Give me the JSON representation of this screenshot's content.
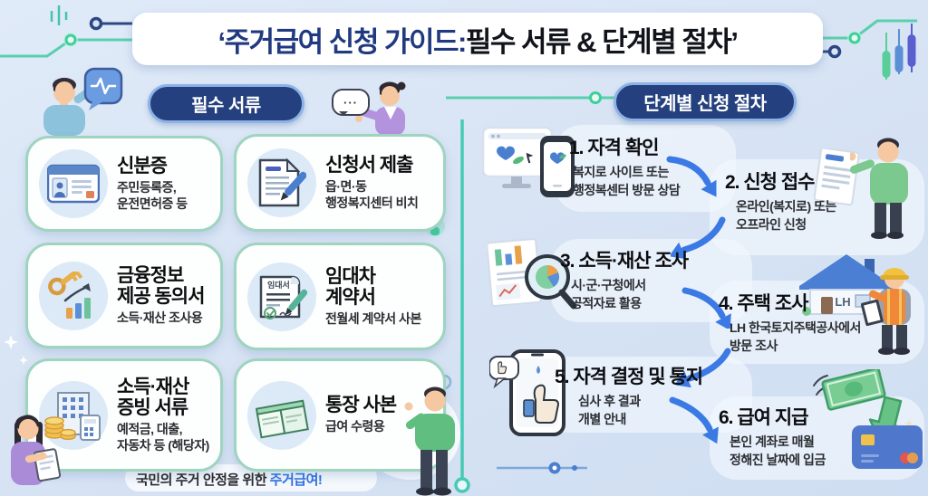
{
  "title": {
    "part1": "‘주거급여 신청 가이드:",
    "part2": " 필수 서류 & 단계별 절차’"
  },
  "left": {
    "header": "필수 서류",
    "cards": [
      {
        "icon": "id-card-icon",
        "title": "신분증",
        "subtitle": "주민등록증,\n운전면허증 등"
      },
      {
        "icon": "application-form-pen-icon",
        "title": "신청서 제출",
        "subtitle": "읍·면·동\n행정복지센터 비치"
      },
      {
        "icon": "key-bar-chart-icon",
        "title": "금융정보\n제공 동의서",
        "subtitle": "소득·재산 조사용"
      },
      {
        "icon": "lease-contract-pen-icon",
        "title": "임대차\n계약서",
        "subtitle": "전월세 계약서 사본",
        "icon_label": "임대서"
      },
      {
        "icon": "building-coins-calculator-icon",
        "title": "소득·재산\n증빙 서류",
        "subtitle": "예적금, 대출,\n자동차 등 (해당자)"
      },
      {
        "icon": "bankbook-icon",
        "title": "통장 사본",
        "subtitle": "급여 수령용"
      }
    ]
  },
  "right": {
    "header": "단계별 신청 절차",
    "steps": [
      {
        "icon": "monitor-phone-welfare-icon",
        "number": "1.",
        "title": "자격 확인",
        "subtitle": "복지로 사이트 또는\n행정복센터 방문 상담"
      },
      {
        "icon": "person-submitting-document-icon",
        "number": "2.",
        "title": "신청 접수",
        "subtitle": "온라인(복지로) 또는\n오프라인 신청"
      },
      {
        "icon": "documents-magnifier-pie-icon",
        "number": "3.",
        "title": "소득·재산 조사",
        "subtitle": "시·군·구청에서\n공적자료 활용"
      },
      {
        "icon": "house-inspector-icon",
        "number": "4.",
        "title": "주택 조사",
        "subtitle": "LH 한국토지주택공사에서\n방문 조사",
        "icon_label": "LH"
      },
      {
        "icon": "phone-thumbs-up-icon",
        "number": "5.",
        "title": "자격 결정 및 통지",
        "subtitle": "심사 후 결과\n개별 안내"
      },
      {
        "icon": "money-deposit-card-icon",
        "number": "6.",
        "title": "급여 지급",
        "subtitle": "본인 계좌로 매월\n정해진 날짜에 입금"
      }
    ]
  },
  "footer": {
    "prefix": "국민의 주거 안정을 위한 ",
    "highlight": "주거급여!"
  },
  "decor": {
    "speech_ellipsis": "···"
  },
  "colors": {
    "background": "#d8e4f4",
    "banner_navy": "#203980",
    "pill_navy": "#24407e",
    "pill_border": "#8db2e6",
    "card_border": "#9fd4bf",
    "divider_teal": "#45cbb5",
    "arrow_blue": "#3b7ae4",
    "footer_highlight": "#2f6fe0"
  }
}
